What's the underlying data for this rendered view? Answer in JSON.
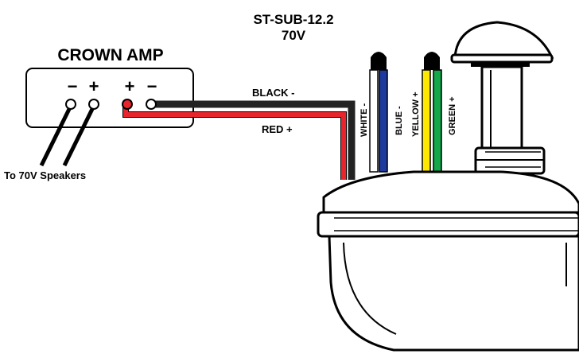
{
  "model": {
    "line1": "ST-SUB-12.2",
    "line2": "70V"
  },
  "amp": {
    "title": "CROWN AMP",
    "out_minus": "−",
    "out_plus": "+",
    "in_plus": "+",
    "in_minus": "−",
    "speakers_label": "To 70V Speakers"
  },
  "wires": {
    "black": "BLACK -",
    "red": "RED +",
    "white": "WHITE -",
    "blue": "BLUE -",
    "yellow": "YELLOW +",
    "green": "GREEN +"
  },
  "colors": {
    "black": "#222222",
    "red": "#e8252c",
    "blue": "#1e3a9e",
    "yellow": "#ffe800",
    "green": "#14a84a",
    "white": "#ffffff"
  }
}
